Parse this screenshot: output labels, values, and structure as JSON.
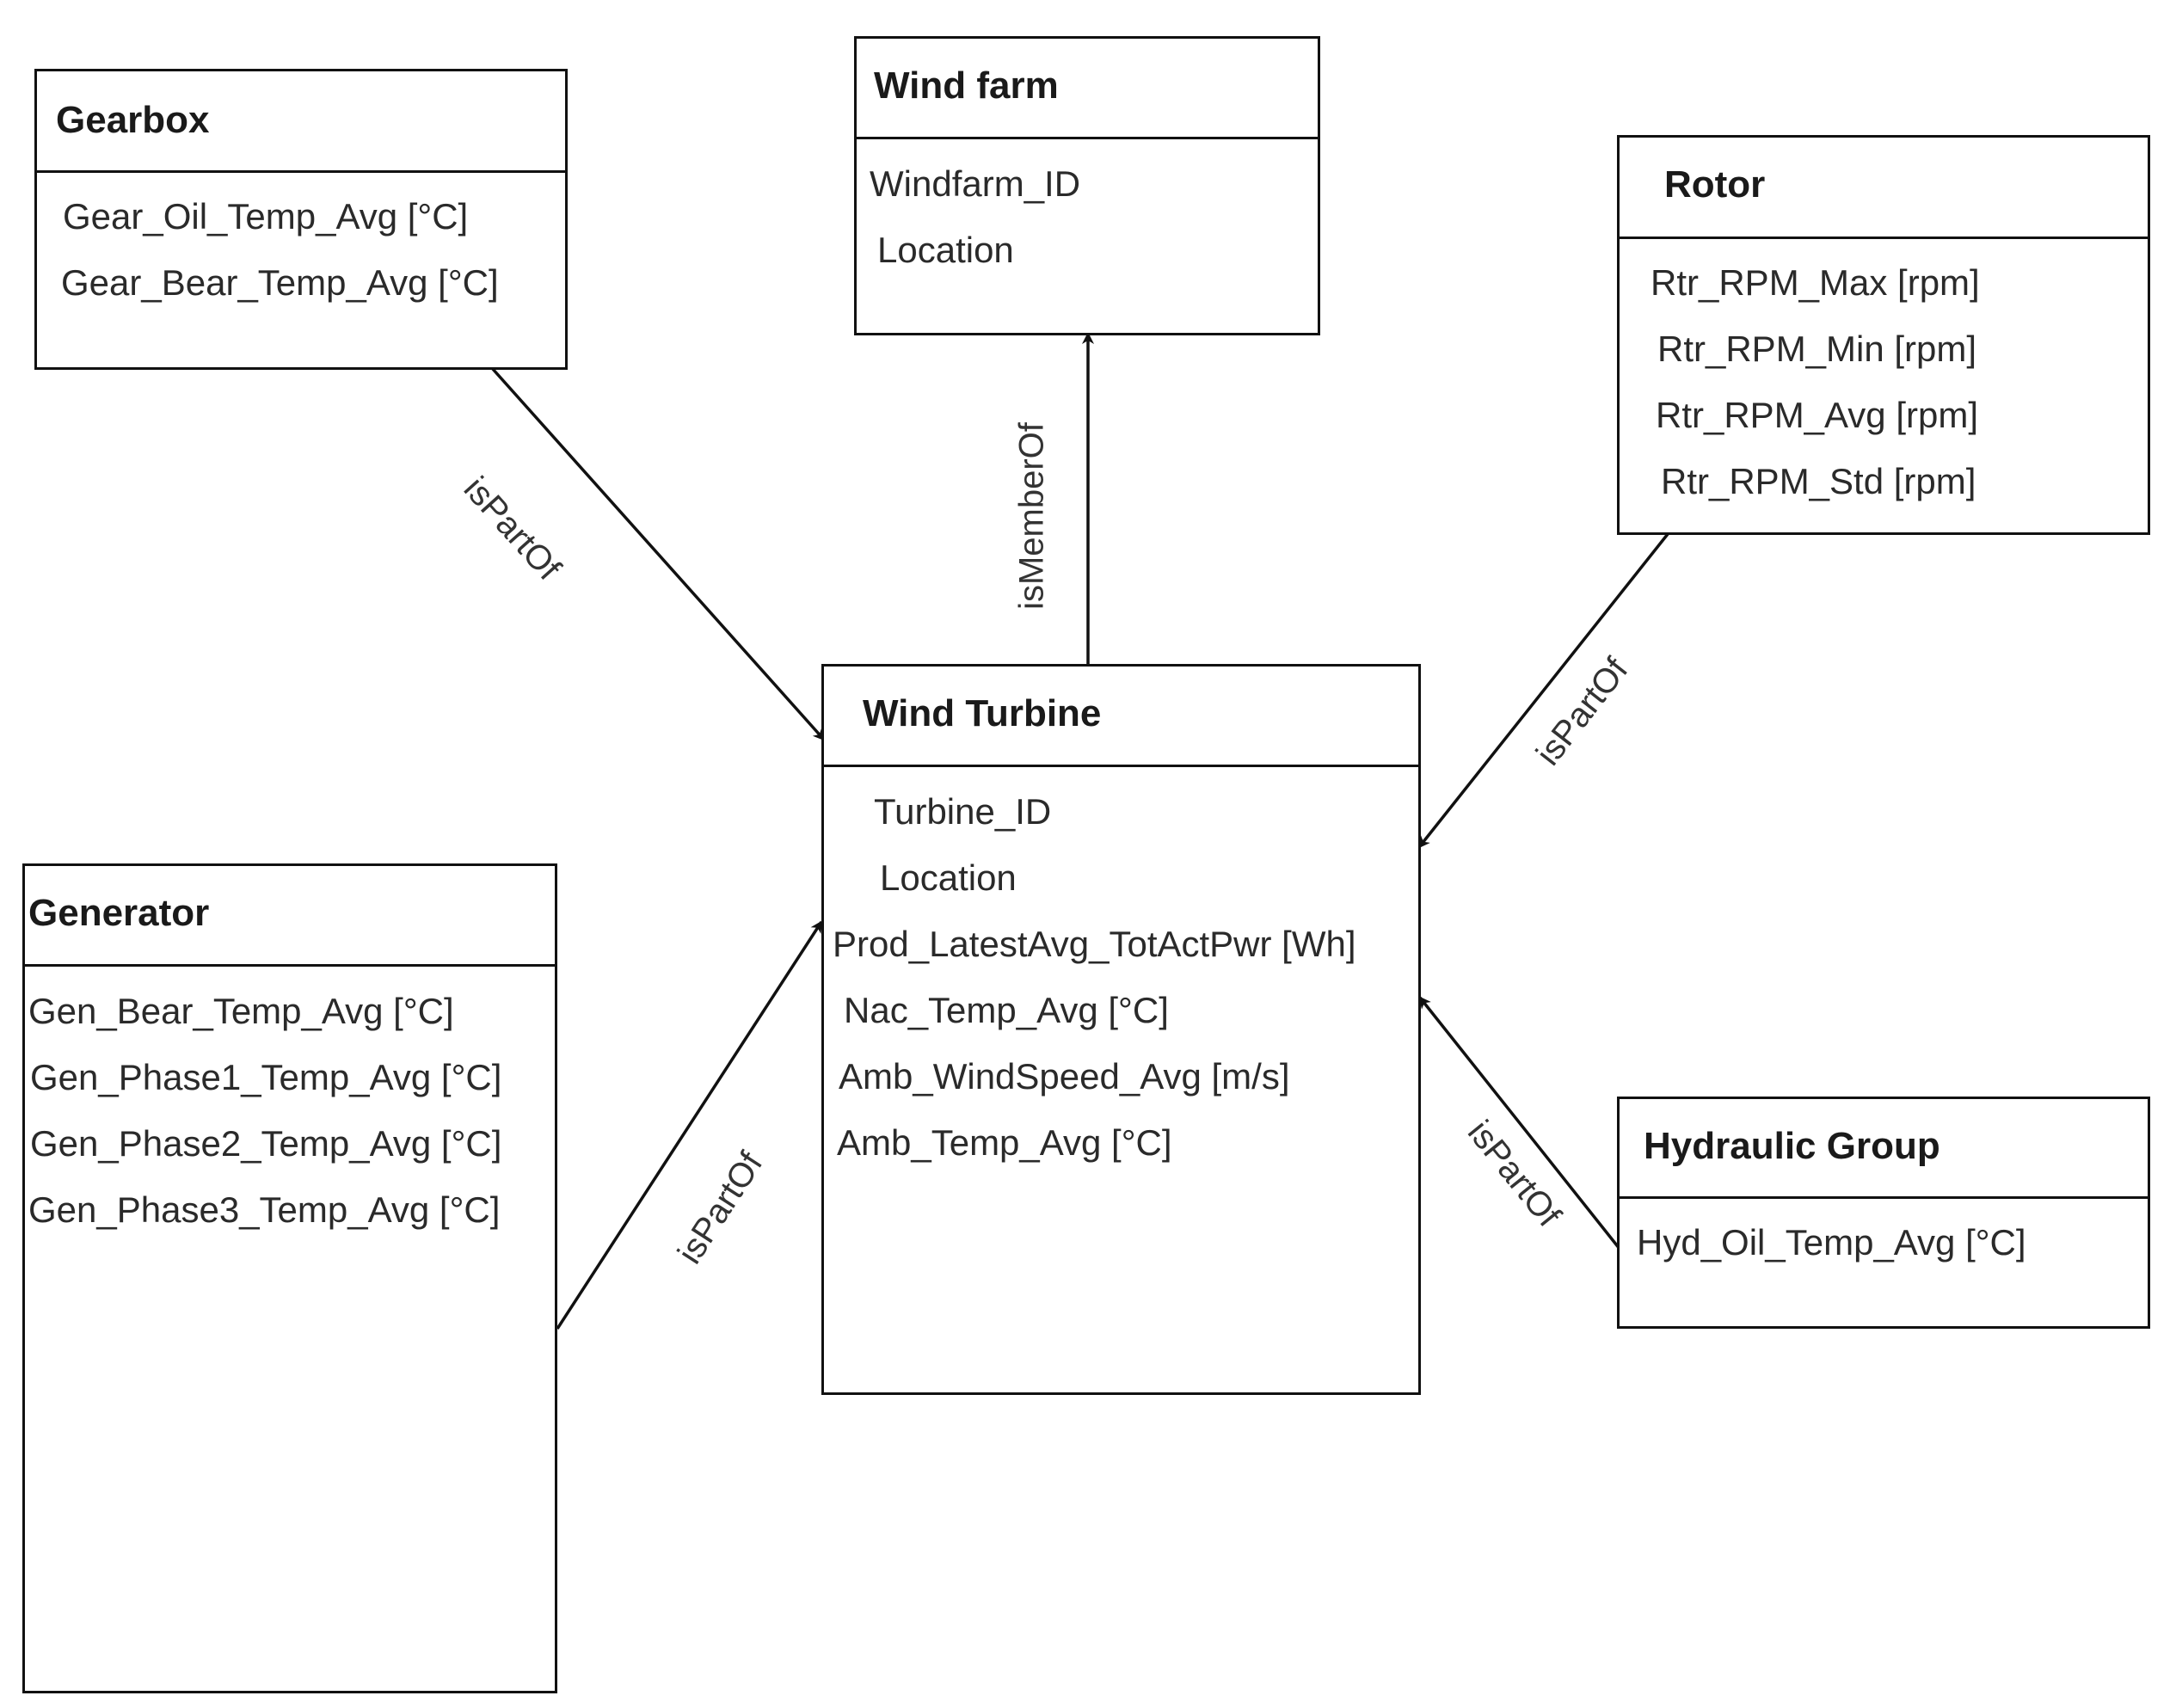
{
  "entities": {
    "gearbox": {
      "title": "Gearbox",
      "attributes": [
        "Gear_Oil_Temp_Avg [°C]",
        "Gear_Bear_Temp_Avg [°C]"
      ]
    },
    "windfarm": {
      "title": "Wind farm",
      "attributes": [
        "Windfarm_ID",
        "Location"
      ]
    },
    "rotor": {
      "title": "Rotor",
      "attributes": [
        "Rtr_RPM_Max [rpm]",
        "Rtr_RPM_Min [rpm]",
        "Rtr_RPM_Avg [rpm]",
        "Rtr_RPM_Std [rpm]"
      ]
    },
    "turbine": {
      "title": "Wind Turbine",
      "attributes": [
        "Turbine_ID",
        "Location",
        "Prod_LatestAvg_TotActPwr [Wh]",
        "Nac_Temp_Avg [°C]",
        "Amb_WindSpeed_Avg [m/s]",
        "Amb_Temp_Avg [°C]"
      ]
    },
    "generator": {
      "title": "Generator",
      "attributes": [
        "Gen_Bear_Temp_Avg [°C]",
        "Gen_Phase1_Temp_Avg [°C]",
        "Gen_Phase2_Temp_Avg [°C]",
        "Gen_Phase3_Temp_Avg [°C]"
      ]
    },
    "hydraulic": {
      "title": "Hydraulic Group",
      "attributes": [
        "Hyd_Oil_Temp_Avg [°C]"
      ]
    }
  },
  "relations": {
    "gearbox_turbine": "isPartOf",
    "turbine_windfarm": "isMemberOf",
    "rotor_turbine": "isPartOf",
    "generator_turbine": "isPartOf",
    "hydraulic_turbine": "isPartOf"
  }
}
